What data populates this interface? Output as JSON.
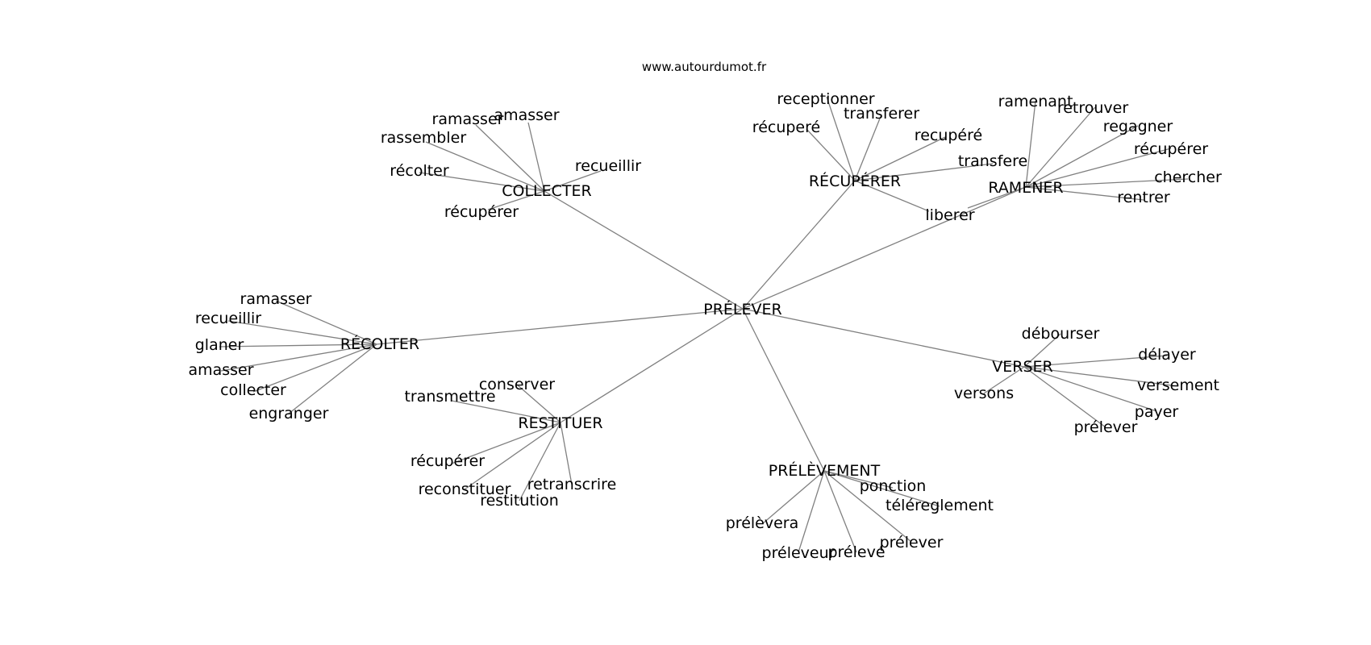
{
  "source": "www.autourdumot.fr",
  "center": "PRÉLEVER",
  "groups": [
    {
      "id": "collecter",
      "label": "COLLECTER",
      "words": [
        "ramasser",
        "amasser",
        "rassembler",
        "récolter",
        "recueillir",
        "récupérer"
      ]
    },
    {
      "id": "recuperer",
      "label": "RÉCUPÉRER",
      "words": [
        "receptionner",
        "transferer",
        "récuperé",
        "recupéré",
        "transfere",
        "liberer"
      ]
    },
    {
      "id": "ramener",
      "label": "RAMENER",
      "words": [
        "ramenant",
        "retrouver",
        "regagner",
        "récupérer",
        "chercher",
        "rentrer",
        "liberer"
      ]
    },
    {
      "id": "recolter",
      "label": "RÉCOLTER",
      "words": [
        "ramasser",
        "recueillir",
        "glaner",
        "amasser",
        "collecter",
        "engranger"
      ]
    },
    {
      "id": "verser",
      "label": "VERSER",
      "words": [
        "débourser",
        "délayer",
        "versement",
        "versons",
        "payer",
        "prélever"
      ]
    },
    {
      "id": "restituer",
      "label": "RESTITUER",
      "words": [
        "conserver",
        "transmettre",
        "récupérer",
        "reconstituer",
        "restitution",
        "retranscrire"
      ]
    },
    {
      "id": "prelevement",
      "label": "PRÉLÈVEMENT",
      "words": [
        "ponction",
        "téléreglement",
        "prélèvera",
        "préleveur",
        "prélevé",
        "prélever"
      ]
    }
  ]
}
